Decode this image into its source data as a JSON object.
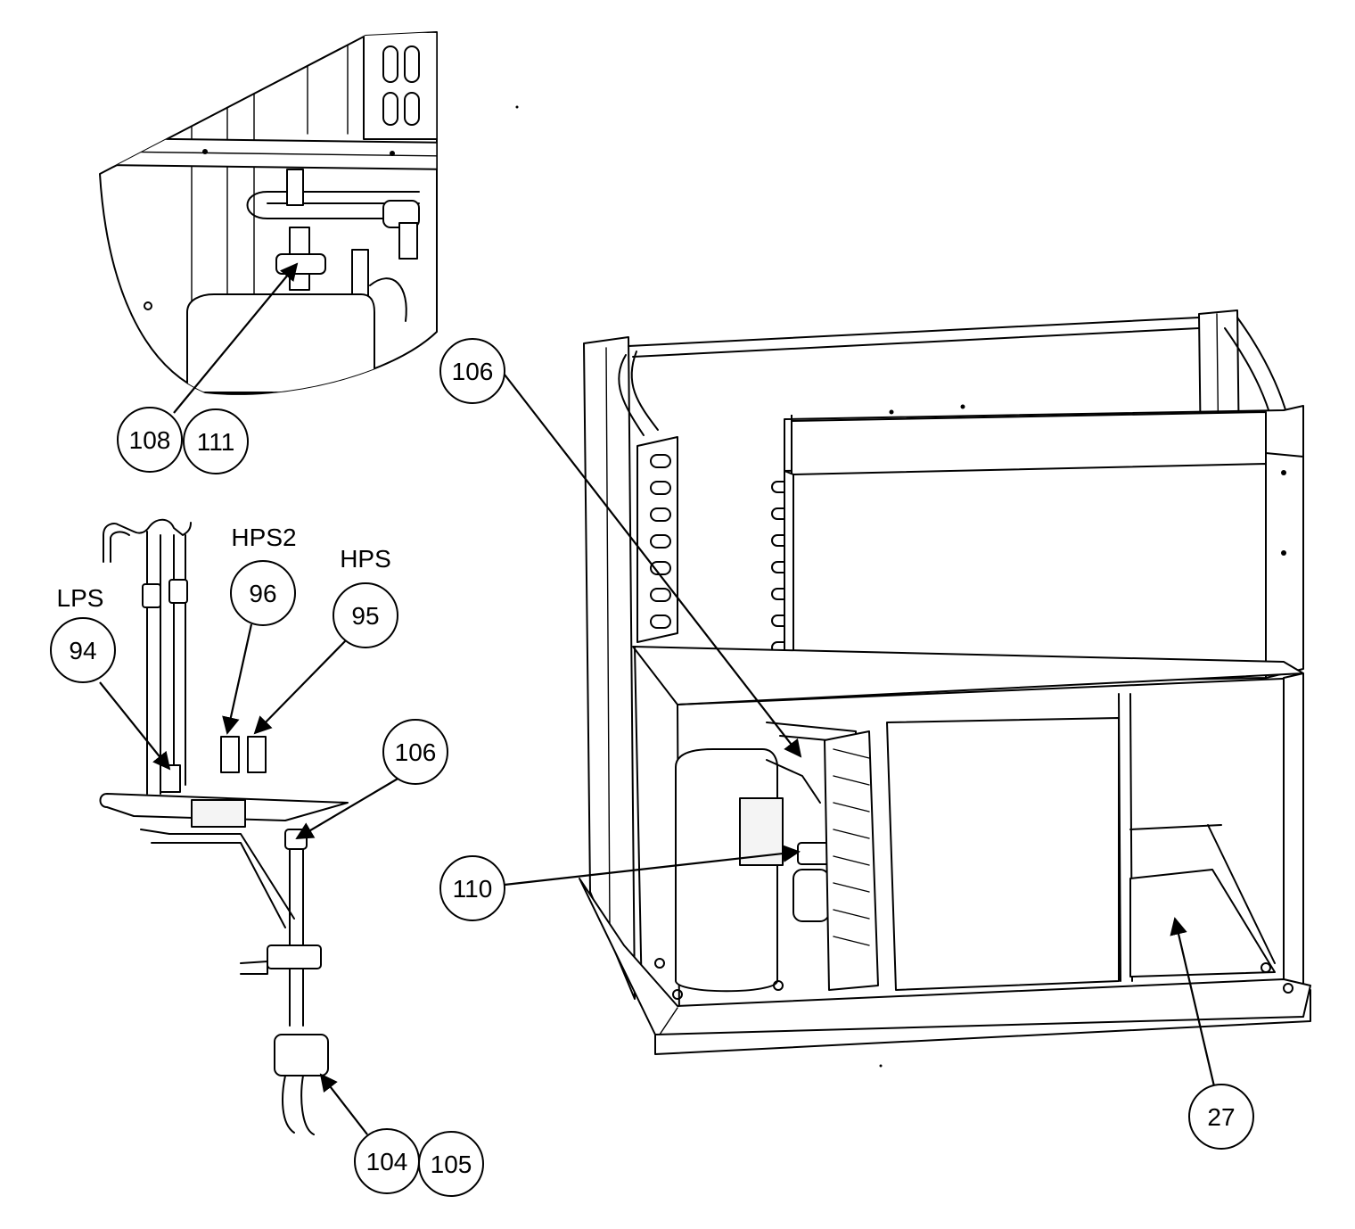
{
  "callouts": [
    {
      "id": "108",
      "label": "108"
    },
    {
      "id": "111",
      "label": "111"
    },
    {
      "id": "96",
      "label": "96"
    },
    {
      "id": "95",
      "label": "95"
    },
    {
      "id": "94",
      "label": "94"
    },
    {
      "id": "106-left",
      "label": "106"
    },
    {
      "id": "106-right",
      "label": "106"
    },
    {
      "id": "110",
      "label": "110"
    },
    {
      "id": "104",
      "label": "104"
    },
    {
      "id": "105",
      "label": "105"
    },
    {
      "id": "27",
      "label": "27"
    }
  ],
  "switch_labels": {
    "lps": "LPS",
    "hps2": "HPS2",
    "hps": "HPS"
  }
}
